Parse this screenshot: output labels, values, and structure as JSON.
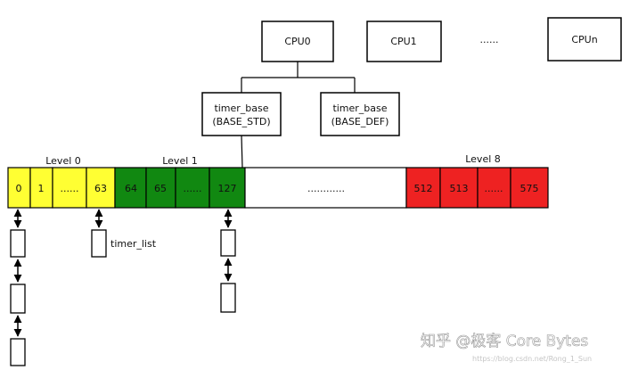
{
  "cpus": [
    {
      "id": "cpu0",
      "label": "CPU0"
    },
    {
      "id": "cpu1",
      "label": "CPU1"
    },
    {
      "id": "cpu-ellipsis",
      "label": "......"
    },
    {
      "id": "cpun",
      "label": "CPUn"
    }
  ],
  "timer_bases": [
    {
      "line1": "timer_base",
      "line2": "(BASE_STD)"
    },
    {
      "line1": "timer_base",
      "line2": "(BASE_DEF)"
    }
  ],
  "levels": [
    {
      "label": "Level 0",
      "color": "#ffff33",
      "cells": [
        "0",
        "1",
        "......",
        "63"
      ]
    },
    {
      "label": "Level 1",
      "color": "#118811",
      "cells": [
        "64",
        "65",
        "......",
        "127"
      ]
    },
    {
      "label": "",
      "color": "#ffffff",
      "cells": [
        "............"
      ]
    },
    {
      "label": "Level 8",
      "color": "#ee2222",
      "cells": [
        "512",
        "513",
        "......",
        "575"
      ]
    }
  ],
  "timer_list_label": "timer_list",
  "watermark": {
    "text": "知乎 @极客 Core Bytes",
    "url": "https://blog.csdn.net/Rong_1_Sun"
  }
}
